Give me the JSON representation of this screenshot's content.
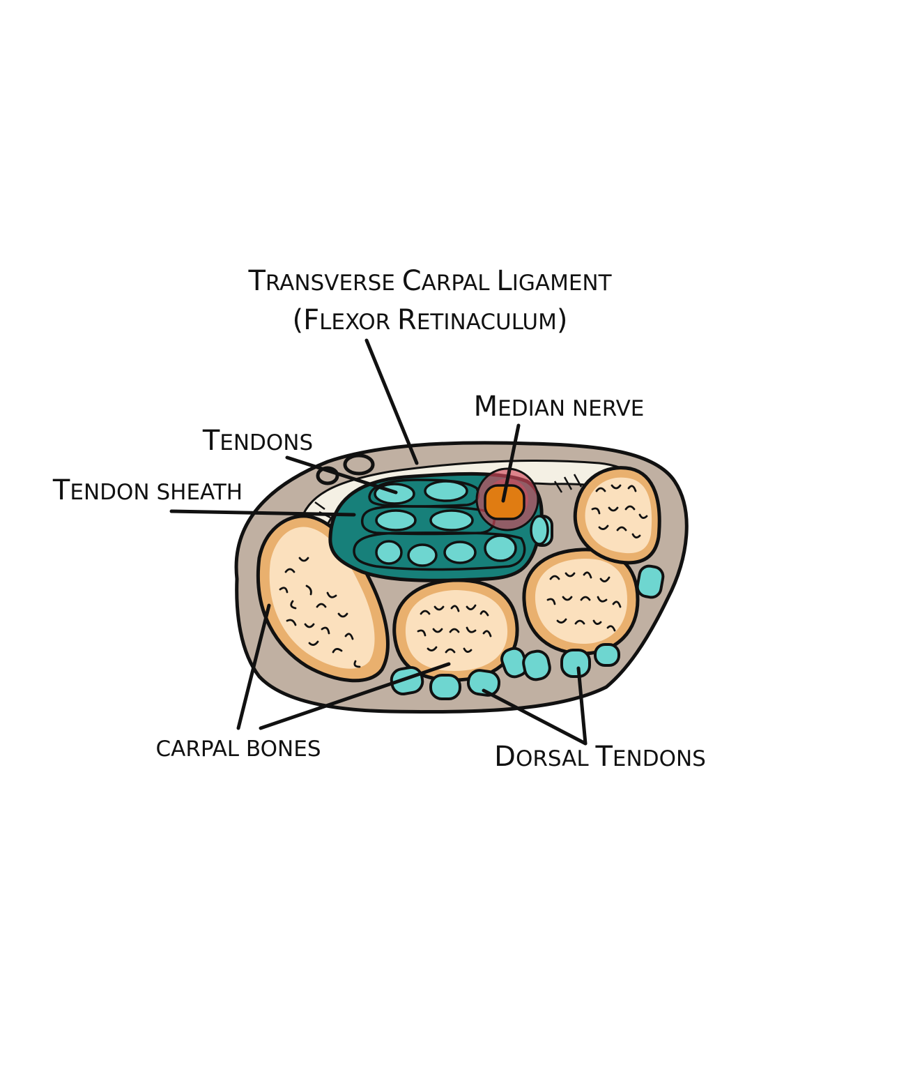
{
  "labels": {
    "ligament_line1": {
      "first": "T",
      "rest": "ransverse ",
      "first2": "C",
      "rest2": "arpal ",
      "first3": "L",
      "rest3": "igament"
    },
    "ligament_line2": {
      "open": "(",
      "first": "F",
      "rest": "lexor ",
      "first2": "R",
      "rest2": "etinaculum",
      "close": ")"
    },
    "median_nerve": {
      "first": "M",
      "rest": "edian nerve"
    },
    "tendons": {
      "first": "T",
      "rest": "endons"
    },
    "tendon_sheath": {
      "first": "T",
      "rest": "endon sheath"
    },
    "carpal_bones": {
      "text": "carpal bones"
    },
    "dorsal_tendons": {
      "first": "D",
      "rest": "orsal ",
      "first2": "T",
      "rest2": "endons"
    }
  },
  "colors": {
    "outline": "#111111",
    "skin": "#c0b0a2",
    "sheath": "#17807a",
    "tendon": "#6ed6d0",
    "bone_fill": "#fbe0bd",
    "bone_rim": "#e9b06e",
    "ligament": "#f4f0e4",
    "nerve_core": "#e07c12",
    "nerve_glow": "#d24a5c"
  }
}
